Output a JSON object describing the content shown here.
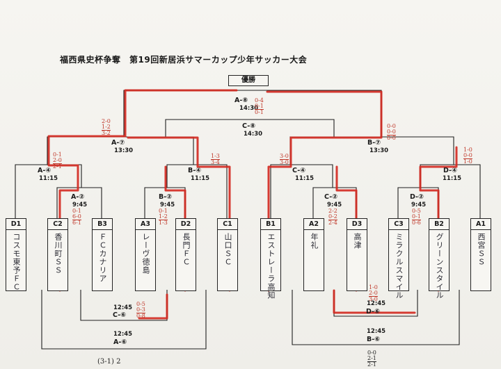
{
  "title": "福西県史杯争奪　第19回新居浜サマーカップ少年サッカー大会",
  "champion_label": "優勝",
  "matches": {
    "final": {
      "label": "A-⑧",
      "time": "14:30"
    },
    "third": {
      "label": "C-⑧",
      "time": "14:30"
    },
    "sf_left": {
      "label": "A-⑦",
      "time": "13:30"
    },
    "sf_right": {
      "label": "B-⑦",
      "time": "13:30"
    },
    "qf1": {
      "label": "A-④",
      "time": "11:15"
    },
    "qf2": {
      "label": "B-④",
      "time": "11:15"
    },
    "qf3": {
      "label": "C-④",
      "time": "11:15"
    },
    "qf4": {
      "label": "D-④",
      "time": "11:15"
    },
    "r1a": {
      "label": "A-②",
      "time": "9:45"
    },
    "r1b": {
      "label": "B-②",
      "time": "9:45"
    },
    "r1c": {
      "label": "C-②",
      "time": "9:45"
    },
    "r1d": {
      "label": "D-②",
      "time": "9:45"
    },
    "cons_c6": {
      "label": "C-⑥",
      "time": "12:45"
    },
    "cons_d6": {
      "label": "D-⑥",
      "time": "12:45"
    },
    "cons_a6": {
      "label": "A-⑥",
      "time": "12:45"
    },
    "cons_b6": {
      "label": "B-⑥",
      "time": "12:45"
    }
  },
  "teams": [
    {
      "code": "D1",
      "name": "コスモ東予ＦＣ"
    },
    {
      "code": "C2",
      "name": "香川町ＳＳ"
    },
    {
      "code": "B3",
      "name": "ＦＣカナリア"
    },
    {
      "code": "A3",
      "name": "レーヴ徳島"
    },
    {
      "code": "D2",
      "name": "長門ＦＣ"
    },
    {
      "code": "C1",
      "name": "山口ＳＣ"
    },
    {
      "code": "B1",
      "name": "エストレーラ高知"
    },
    {
      "code": "A2",
      "name": "年礼"
    },
    {
      "code": "D3",
      "name": "高津"
    },
    {
      "code": "C3",
      "name": "ミラクルスマイル"
    },
    {
      "code": "B2",
      "name": "グリーンスタイル"
    },
    {
      "code": "A1",
      "name": "西宮ＳＳ"
    }
  ],
  "scores": {
    "final": [
      "0-4",
      "0-1",
      "0-1"
    ],
    "sf_left": [
      "2-0",
      "1-2",
      "3-2"
    ],
    "sf_right": [
      "0-0",
      "0-0",
      "0-0"
    ],
    "qf1": [
      "0-1",
      "2-0",
      "2-1"
    ],
    "qf2": [
      "1-3",
      "",
      "3-4"
    ],
    "qf3": [
      "3-0",
      "",
      "3-0"
    ],
    "qf4": [
      "1-0",
      "0-0",
      "1-0"
    ],
    "r1a": [
      "0-1",
      "6-0",
      "6-1"
    ],
    "r1b": [
      "0-1",
      "1-2",
      "1-3"
    ],
    "r1c": [
      "2-2",
      "0-2",
      "2-4"
    ],
    "r1d": [
      "0-5",
      "0-1",
      "0-6"
    ],
    "cons_c6": [
      "0-5",
      "0-3",
      "0-8"
    ],
    "cons_d6": [
      "1-0",
      "2-0",
      "3-0"
    ],
    "cons_b6": [
      "0-0",
      "2-1",
      "2-1"
    ]
  },
  "bottom_note": "(3-1) 2"
}
